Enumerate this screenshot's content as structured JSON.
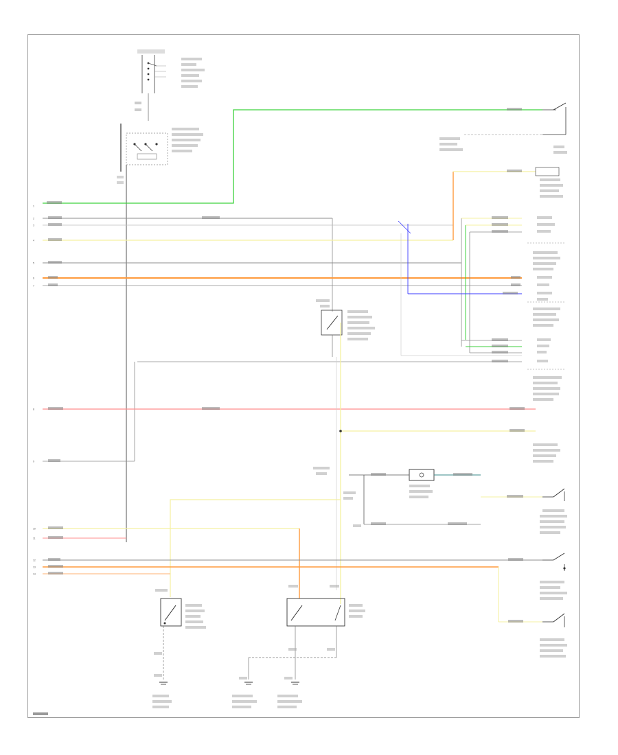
{
  "diagram": {
    "footer_code": "",
    "left_pins": [
      "1",
      "2",
      "3",
      "4",
      "5",
      "6",
      "7",
      "8",
      "9",
      "10",
      "11",
      "12",
      "13",
      "14"
    ],
    "wire_colors": {
      "green": "#3cd23c",
      "yellow": "#f5f0a0",
      "orange": "#ff9a3c",
      "red": "#ff8c8c",
      "blue": "#3a3aff",
      "gray": "#8c8c8c",
      "dark": "#444444"
    },
    "left_wire_labels": [
      "",
      "",
      "",
      "",
      "",
      "",
      "",
      "",
      "",
      "",
      "",
      "",
      "",
      ""
    ],
    "components": {
      "ignition_switch": "",
      "fuse_relay_box": "",
      "ecu_connector": "",
      "brake_switch": "",
      "neutral_switch": "",
      "shift_lock_solenoid": "",
      "ground_1": "",
      "ground_2": "",
      "ground_3": ""
    }
  }
}
